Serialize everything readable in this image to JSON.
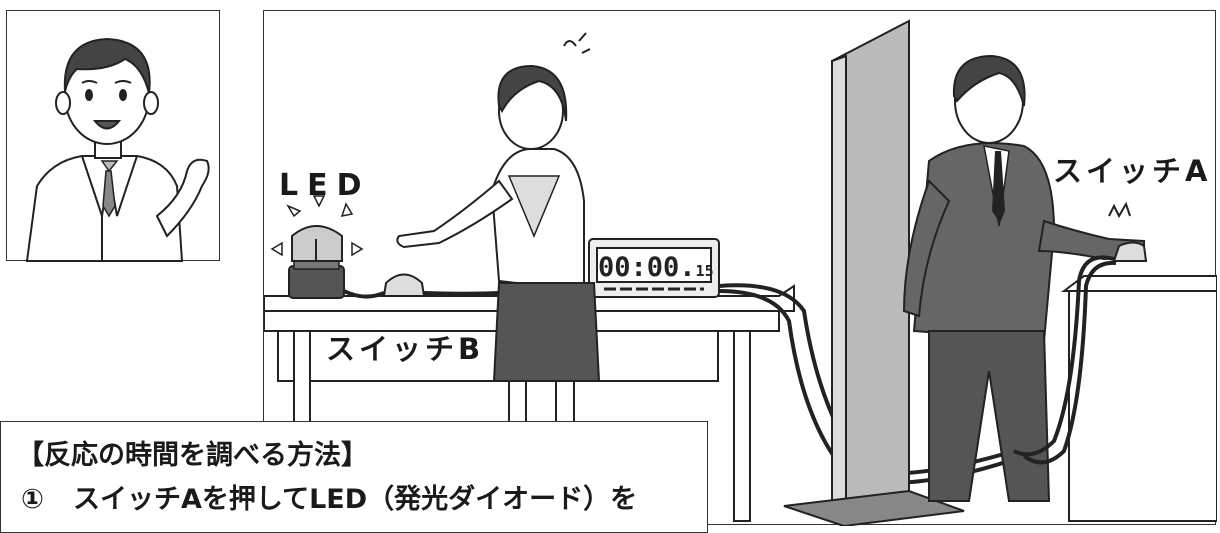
{
  "labels": {
    "led": "LED",
    "switch_a": "スイッチA",
    "switch_b": "スイッチB"
  },
  "timer": {
    "main": "00:00.",
    "sub": "15"
  },
  "method": {
    "title": "【反応の時間を調べる方法】",
    "step_number": "①",
    "step_text": "スイッチAを押してLED（発光ダイオード）を"
  }
}
